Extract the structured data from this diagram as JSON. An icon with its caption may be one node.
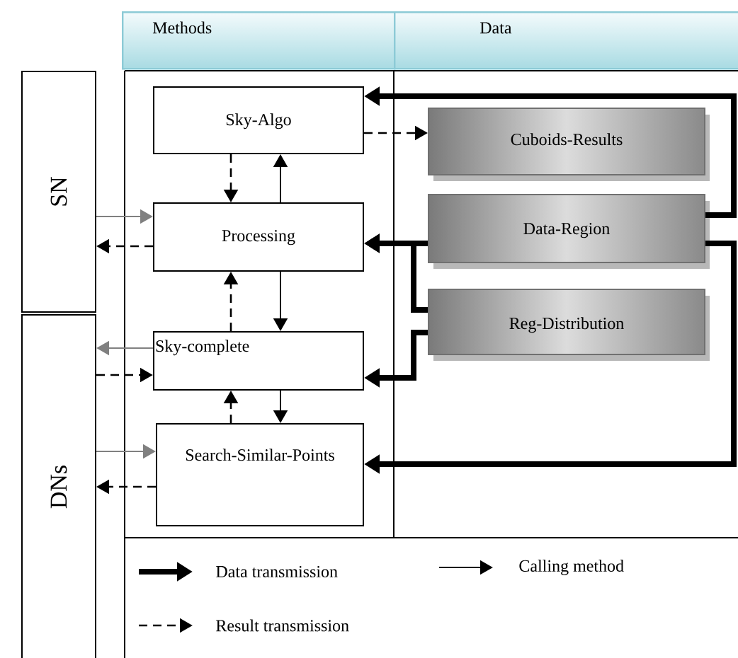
{
  "diagram": {
    "nodes": [
      {
        "text": [
          "Methods"
        ]
      },
      {
        "text": [
          "Data"
        ]
      },
      {
        "text": [
          "SN"
        ]
      },
      {
        "text": [
          "DNs"
        ]
      },
      {
        "text": [
          "Sky-Algo"
        ]
      },
      {
        "text": [
          "Cuboids-Results"
        ]
      },
      {
        "text": [
          "Processing"
        ]
      },
      {
        "text": [
          "Data-Region"
        ]
      },
      {
        "text": [
          "Reg-Distribution"
        ]
      },
      {
        "text": [
          "Sky-complete"
        ]
      },
      {
        "text": [
          "Search-Similar-Points"
        ]
      }
    ],
    "edges": [
      {
        "from": 4,
        "to": 6,
        "arrow": "to",
        "style": "dashed"
      },
      {
        "from": 6,
        "to": 4,
        "arrow": "to"
      },
      {
        "from": 4,
        "to": 5,
        "arrow": "to",
        "style": "dashed"
      },
      {
        "from": 7,
        "to": 4,
        "arrow": "to",
        "style": "thick"
      },
      {
        "from": 7,
        "to": 6,
        "arrow": "to",
        "style": "thick"
      },
      {
        "from": 8,
        "to": 6,
        "arrow": "to",
        "style": "thick"
      },
      {
        "from": 8,
        "to": 9,
        "arrow": "to",
        "style": "thick"
      },
      {
        "from": 7,
        "to": 10,
        "arrow": "to",
        "style": "thick"
      },
      {
        "from": 6,
        "to": 9,
        "arrow": "to"
      },
      {
        "from": 9,
        "to": 6,
        "arrow": "to",
        "style": "dashed"
      },
      {
        "from": 9,
        "to": 10,
        "arrow": "to"
      },
      {
        "from": 10,
        "to": 9,
        "arrow": "to",
        "style": "dashed"
      },
      {
        "from": 2,
        "to": 6,
        "arrow": "to",
        "color": "#808080"
      },
      {
        "from": 6,
        "to": 2,
        "arrow": "to",
        "style": "dashed"
      },
      {
        "from": 9,
        "to": 3,
        "arrow": "to",
        "color": "#808080"
      },
      {
        "from": 3,
        "to": 9,
        "arrow": "to",
        "style": "dashed"
      },
      {
        "from": 3,
        "to": 10,
        "arrow": "to",
        "color": "#808080"
      },
      {
        "from": 10,
        "to": 3,
        "arrow": "to",
        "style": "dashed"
      }
    ],
    "legend": [
      {
        "text": "Data transmission"
      },
      {
        "text": "Calling method"
      },
      {
        "text": "Result transmission"
      }
    ]
  }
}
